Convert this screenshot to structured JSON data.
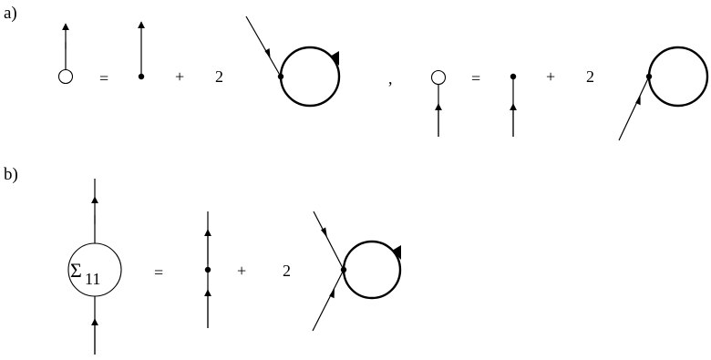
{
  "panels": {
    "a": {
      "label": "a)",
      "equation_1": {
        "equals": "=",
        "plus": "+",
        "coefficient": "2"
      },
      "separator": ",",
      "equation_2": {
        "equals": "=",
        "plus": "+",
        "coefficient": "2"
      }
    },
    "b": {
      "label": "b)",
      "self_energy_symbol": "Σ",
      "self_energy_subscript": "11",
      "equals": "=",
      "plus": "+",
      "coefficient": "2"
    }
  }
}
